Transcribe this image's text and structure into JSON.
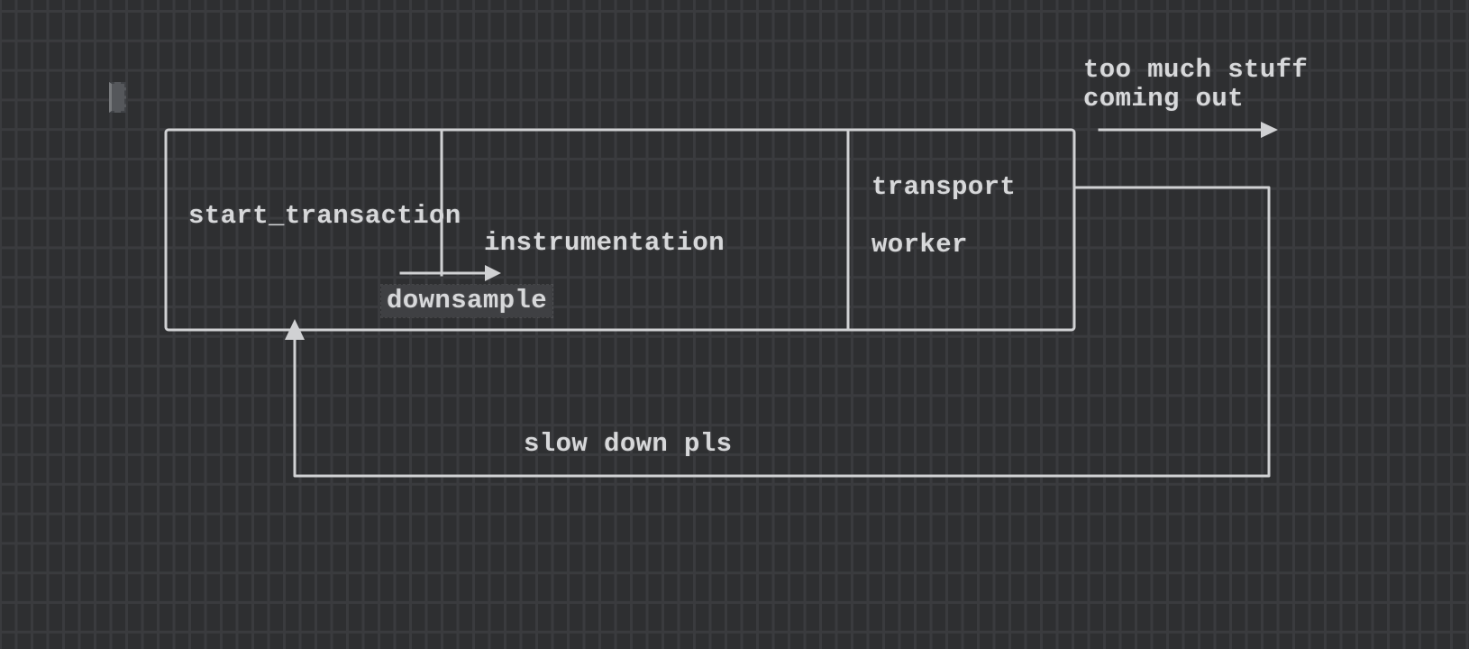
{
  "theme": {
    "canvas_bg": "#2e2f31",
    "grid_line": "#3a3b3e",
    "stroke": "#d0d1d3",
    "text": "#d7d8da",
    "label_highlight": "#3f4043",
    "cursor_fill": "#55575b",
    "cursor_border": "#404246"
  },
  "labels": {
    "start_transaction": "start_transaction",
    "instrumentation": "instrumentation",
    "downsample": "downsample",
    "transport": "transport",
    "worker": "worker",
    "output_note_line1": "too much stuff",
    "output_note_line2": "coming out",
    "feedback_note": "slow down pls"
  }
}
